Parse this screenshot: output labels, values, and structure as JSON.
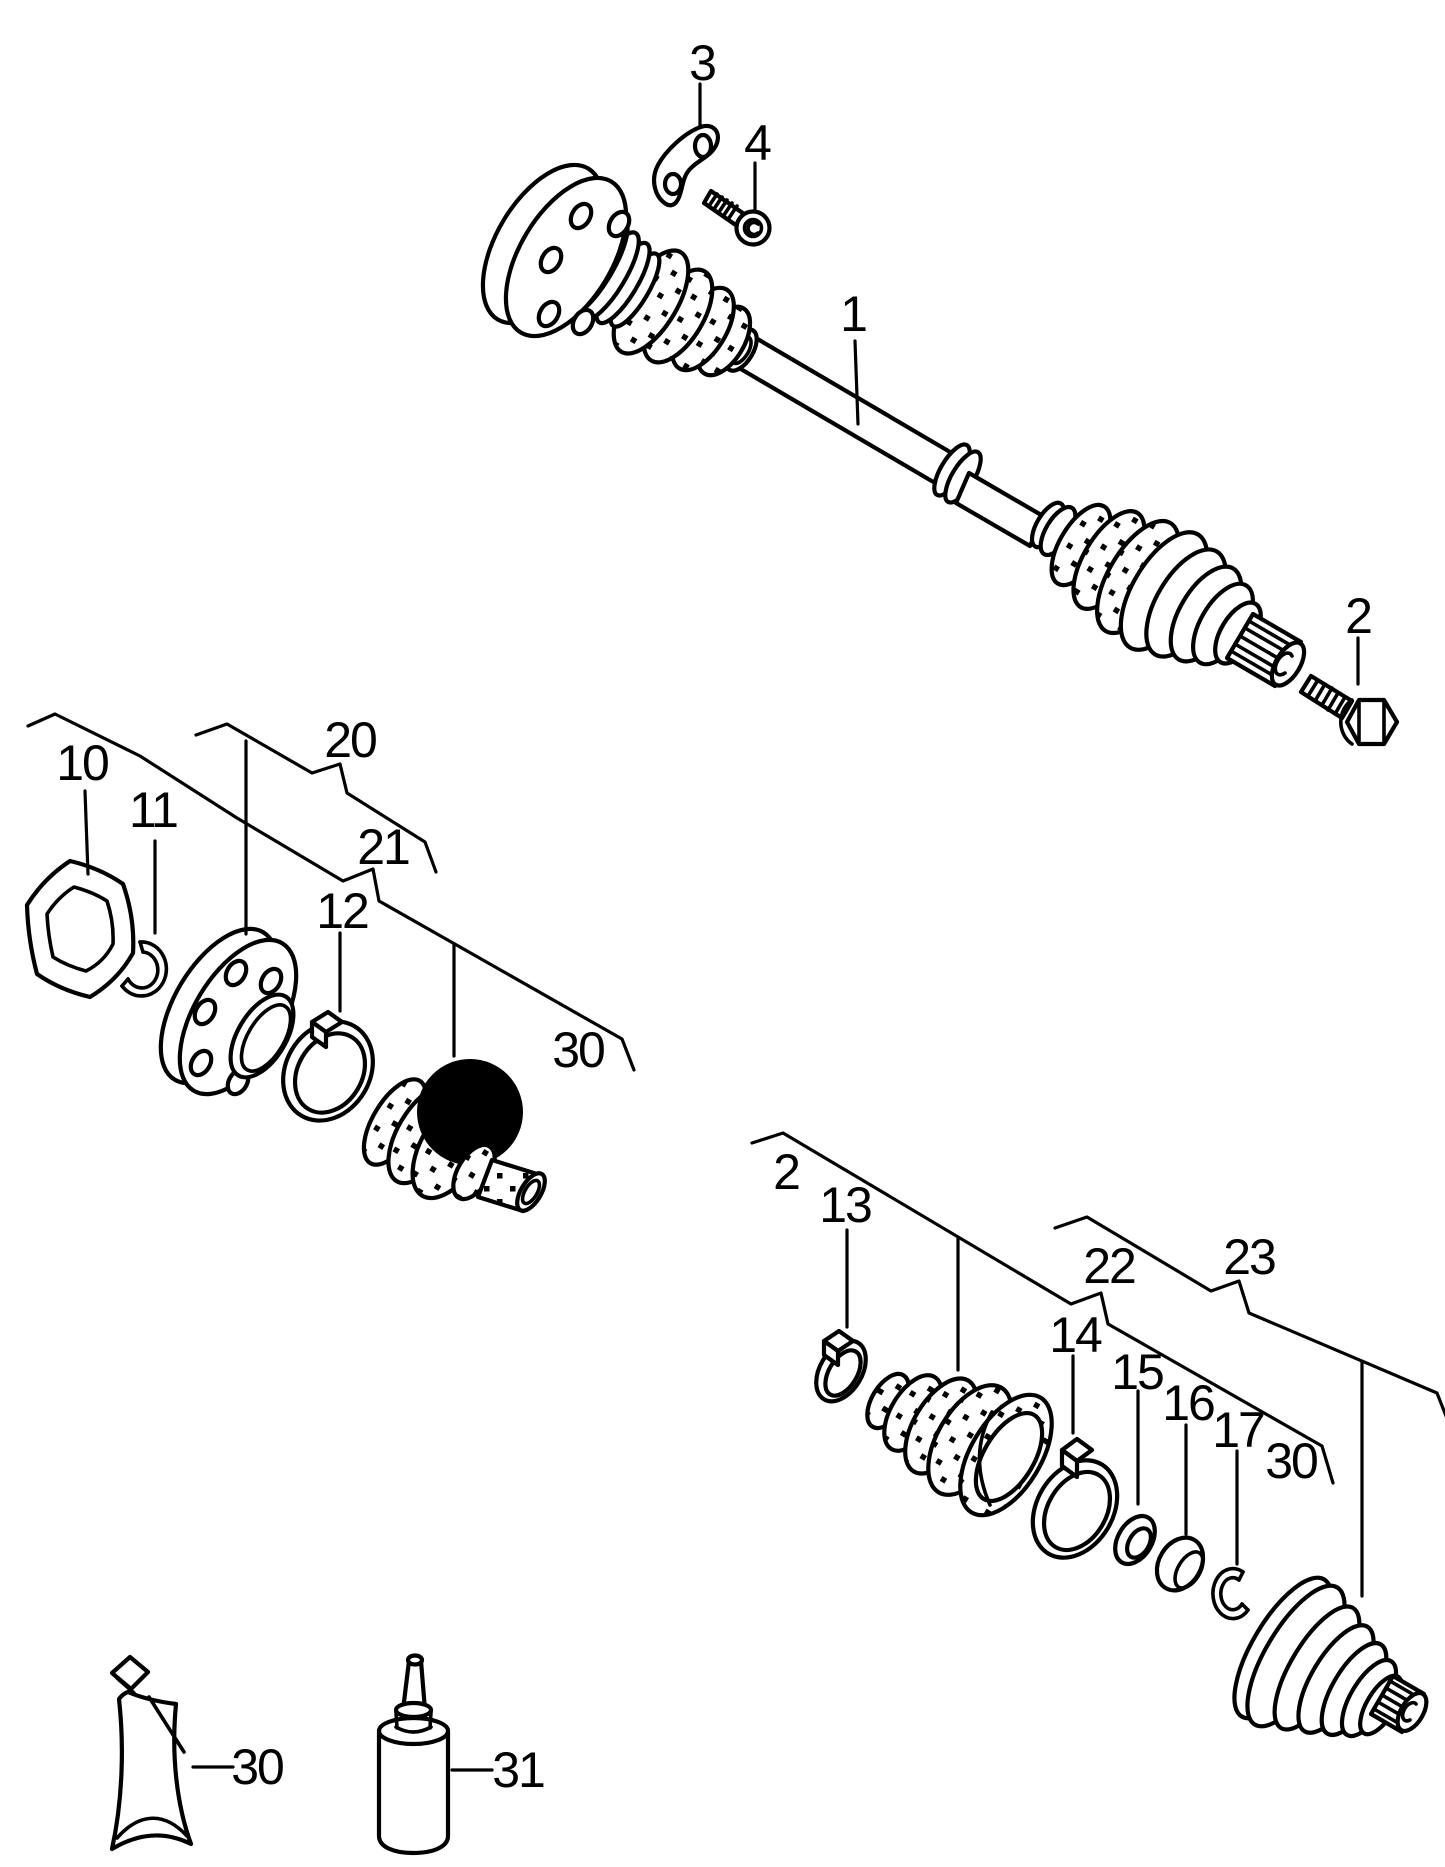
{
  "figure": {
    "type": "exploded-parts-diagram",
    "line_color": "#000000",
    "background": "#ffffff",
    "redaction_fill": "#000000"
  },
  "callouts": {
    "c1": {
      "text": "1"
    },
    "c2_top": {
      "text": "2"
    },
    "c3": {
      "text": "3"
    },
    "c4": {
      "text": "4"
    },
    "c10": {
      "text": "10"
    },
    "c11": {
      "text": "11"
    },
    "c12": {
      "text": "12"
    },
    "c20": {
      "text": "20"
    },
    "c21": {
      "text": "21"
    },
    "c30_left": {
      "text": "30"
    },
    "c2_group": {
      "text": "2"
    },
    "c13": {
      "text": "13"
    },
    "c22": {
      "text": "22"
    },
    "c23": {
      "text": "23"
    },
    "c14": {
      "text": "14"
    },
    "c15": {
      "text": "15"
    },
    "c16": {
      "text": "16"
    },
    "c17": {
      "text": "17"
    },
    "c30_right": {
      "text": "30"
    },
    "c30_tube": {
      "text": "30"
    },
    "c31": {
      "text": "31"
    }
  }
}
